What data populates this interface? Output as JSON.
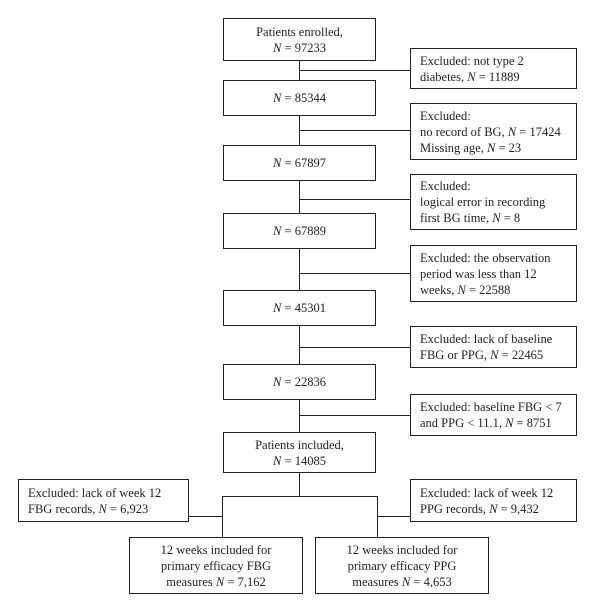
{
  "main": [
    {
      "lines": [
        [
          {
            "t": "Patients enrolled,"
          }
        ],
        [
          {
            "t": "N",
            "i": true
          },
          {
            "t": " = 97233"
          }
        ]
      ]
    },
    {
      "lines": [
        [
          {
            "t": "N",
            "i": true
          },
          {
            "t": " = 85344"
          }
        ]
      ]
    },
    {
      "lines": [
        [
          {
            "t": "N",
            "i": true
          },
          {
            "t": " = 67897"
          }
        ]
      ]
    },
    {
      "lines": [
        [
          {
            "t": "N",
            "i": true
          },
          {
            "t": " = 67889"
          }
        ]
      ]
    },
    {
      "lines": [
        [
          {
            "t": "N",
            "i": true
          },
          {
            "t": " = 45301"
          }
        ]
      ]
    },
    {
      "lines": [
        [
          {
            "t": "N",
            "i": true
          },
          {
            "t": " = 22836"
          }
        ]
      ]
    },
    {
      "lines": [
        [
          {
            "t": "Patients included,"
          }
        ],
        [
          {
            "t": "N",
            "i": true
          },
          {
            "t": " = 14085"
          }
        ]
      ]
    }
  ],
  "excluded": [
    {
      "lines": [
        [
          {
            "t": "Excluded: not type 2"
          }
        ],
        [
          {
            "t": "diabetes, "
          },
          {
            "t": "N",
            "i": true
          },
          {
            "t": " = 11889"
          }
        ]
      ]
    },
    {
      "lines": [
        [
          {
            "t": "Excluded:"
          }
        ],
        [
          {
            "t": "no record of BG, "
          },
          {
            "t": "N",
            "i": true
          },
          {
            "t": " = 17424"
          }
        ],
        [
          {
            "t": "Missing age, "
          },
          {
            "t": "N",
            "i": true
          },
          {
            "t": " = 23"
          }
        ]
      ]
    },
    {
      "lines": [
        [
          {
            "t": "Excluded:"
          }
        ],
        [
          {
            "t": "logical error in recording"
          }
        ],
        [
          {
            "t": "first BG time, "
          },
          {
            "t": "N",
            "i": true
          },
          {
            "t": " = 8"
          }
        ]
      ]
    },
    {
      "lines": [
        [
          {
            "t": "Excluded: the observation"
          }
        ],
        [
          {
            "t": "period was less than 12"
          }
        ],
        [
          {
            "t": "weeks, "
          },
          {
            "t": "N",
            "i": true
          },
          {
            "t": " = 22588"
          }
        ]
      ]
    },
    {
      "lines": [
        [
          {
            "t": "Excluded: lack of baseline"
          }
        ],
        [
          {
            "t": "FBG or PPG, "
          },
          {
            "t": "N",
            "i": true
          },
          {
            "t": " = 22465"
          }
        ]
      ]
    },
    {
      "lines": [
        [
          {
            "t": "Excluded: baseline FBG < 7"
          }
        ],
        [
          {
            "t": "and PPG < 11.1, "
          },
          {
            "t": "N",
            "i": true
          },
          {
            "t": " = 8751"
          }
        ]
      ]
    }
  ],
  "split_excluded": [
    {
      "lines": [
        [
          {
            "t": "Excluded: lack of week 12"
          }
        ],
        [
          {
            "t": "FBG records, "
          },
          {
            "t": "N",
            "i": true
          },
          {
            "t": " = 6,923"
          }
        ]
      ]
    },
    {
      "lines": [
        [
          {
            "t": "Excluded: lack of week 12"
          }
        ],
        [
          {
            "t": "PPG records, "
          },
          {
            "t": "N",
            "i": true
          },
          {
            "t": " = 9,432"
          }
        ]
      ]
    }
  ],
  "final": [
    {
      "lines": [
        [
          {
            "t": "12 weeks included for"
          }
        ],
        [
          {
            "t": "primary efficacy FBG"
          }
        ],
        [
          {
            "t": "measures "
          },
          {
            "t": "N",
            "i": true
          },
          {
            "t": " = 7,162"
          }
        ]
      ]
    },
    {
      "lines": [
        [
          {
            "t": "12 weeks included for"
          }
        ],
        [
          {
            "t": "primary efficacy PPG"
          }
        ],
        [
          {
            "t": "measures "
          },
          {
            "t": "N",
            "i": true
          },
          {
            "t": " = 4,653"
          }
        ]
      ]
    }
  ]
}
